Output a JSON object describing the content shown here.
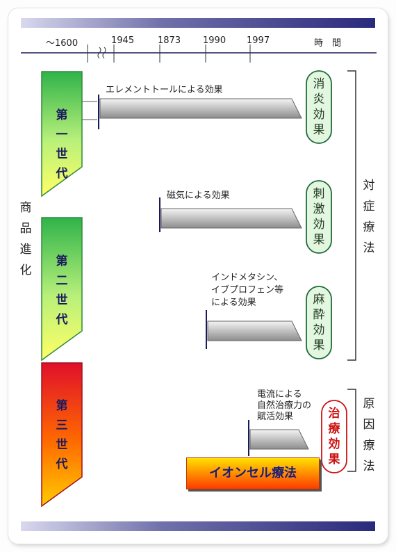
{
  "timeline": {
    "years": [
      "〜1600",
      "1945",
      "1873",
      "1990",
      "1997"
    ],
    "time_label": "時　間"
  },
  "left_label": [
    "商",
    "品",
    "進",
    "化"
  ],
  "generations": [
    {
      "chars": [
        "第",
        "一",
        "世",
        "代"
      ]
    },
    {
      "chars": [
        "第",
        "二",
        "世",
        "代"
      ]
    },
    {
      "chars": [
        "第",
        "三",
        "世",
        "代"
      ]
    }
  ],
  "descriptions": {
    "element": "エレメントトールによる効果",
    "magnetic": "磁気による効果",
    "indometh_1": "インドメタシン、",
    "indometh_2": "イブプロフェン等",
    "indometh_3": "による効果",
    "current_1": "電流による",
    "current_2": "自然治療力の",
    "current_3": "賦活効果"
  },
  "effects": [
    {
      "chars": [
        "消",
        "炎",
        "効",
        "果"
      ]
    },
    {
      "chars": [
        "刺",
        "激",
        "効",
        "果"
      ]
    },
    {
      "chars": [
        "麻",
        "酔",
        "効",
        "果"
      ]
    },
    {
      "chars": [
        "治",
        "療",
        "効",
        "果"
      ]
    }
  ],
  "therapies": {
    "symptomatic": [
      "対",
      "症",
      "療",
      "法"
    ],
    "causal": [
      "原",
      "因",
      "療",
      "法"
    ]
  },
  "ion_therapy": "イオンセル療法",
  "colors": {
    "band_dark": "#2a2a7c",
    "gen_green_top": "#2fb34a",
    "gen_yellow": "#ffff66",
    "gen_red_top": "#e0102a",
    "gen_orange": "#ffcc00",
    "effect_fill": "#e3f6df",
    "effect_border": "#1f6b3a",
    "red_text": "#cc1111",
    "ion_text": "#1b1b7a"
  }
}
